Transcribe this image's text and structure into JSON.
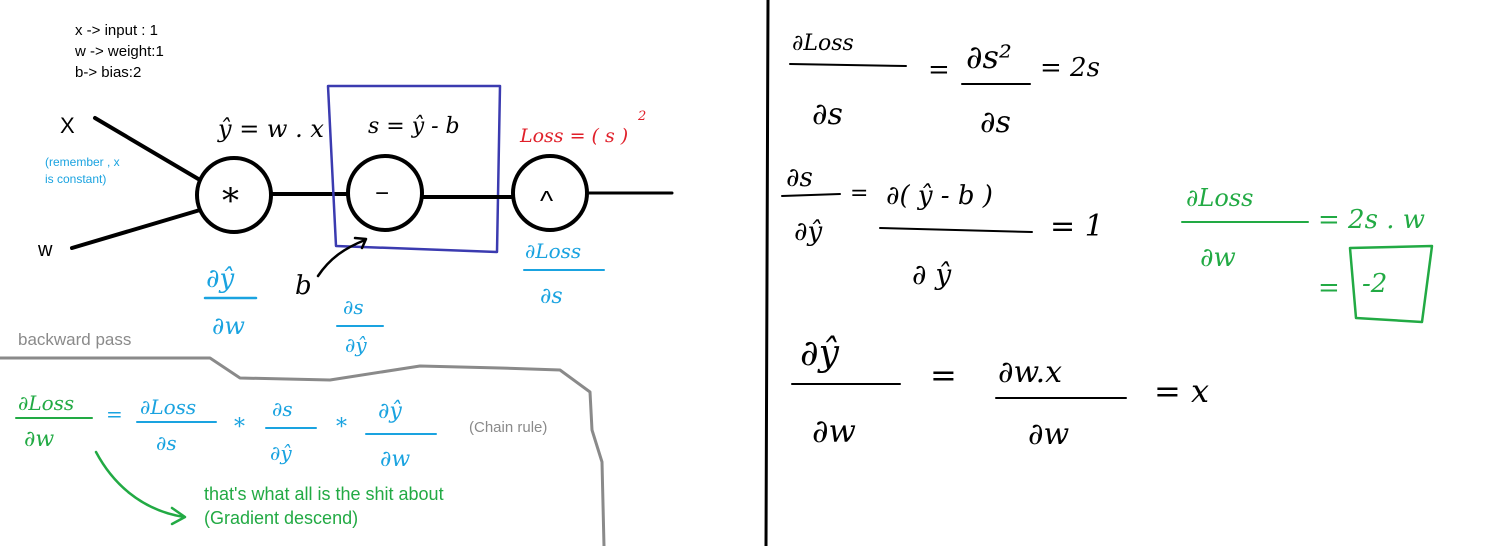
{
  "legend": {
    "line1": "x -> input : 1",
    "line2": "w -> weight:1",
    "line3": "b-> bias:2"
  },
  "graph": {
    "input_x": "X",
    "input_w": "w",
    "remember_note_1": "(remember , x",
    "remember_note_2": "is constant)",
    "mult_symbol": "*",
    "sub_symbol": "−",
    "pow_symbol": "^",
    "y_hat_eq": "ŷ = w . x",
    "s_eq": "s = ŷ - b",
    "loss_eq": "Loss = ( s )",
    "loss_exp": "2",
    "b_label": "b"
  },
  "local_grads": {
    "dyhat_num": "∂ŷ",
    "dyhat_den": "∂w",
    "ds_num": "∂s",
    "ds_den": "∂ŷ",
    "dloss_num": "∂Loss",
    "dloss_den": "∂s"
  },
  "backward": {
    "title": "backward pass",
    "lhs_num": "∂Loss",
    "lhs_den": "∂w",
    "eq": "=",
    "t1_num": "∂Loss",
    "t1_den": "∂s",
    "times1": "*",
    "t2_num": "∂s",
    "t2_den": "∂ŷ",
    "times2": "*",
    "t3_num": "∂ŷ",
    "t3_den": "∂w",
    "chain_rule": "(Chain rule)",
    "note_line1": "that's what all is the shit about",
    "note_line2": "(Gradient descend)"
  },
  "right_panel": {
    "r1_num": "∂Loss",
    "r1_den": "∂s",
    "r1_eq": "=",
    "r1_mid_num": "∂s²",
    "r1_mid_den": "∂s",
    "r1_result": "= 2s",
    "r2_num": "∂s",
    "r2_den": "∂ŷ",
    "r2_eq": "=",
    "r2_mid_num": "∂( ŷ - b )",
    "r2_mid_den": "∂ ŷ",
    "r2_result": "= 1",
    "r3_num": "∂ŷ",
    "r3_den": "∂w",
    "r3_eq": "=",
    "r3_mid_num": "∂w.x",
    "r3_mid_den": "∂w",
    "r3_result": "= x",
    "g_num": "∂Loss",
    "g_den": "∂w",
    "g_eq": "= 2s . w",
    "g_eq2": "=",
    "g_boxed": "-2"
  },
  "colors": {
    "black": "#000000",
    "blue": "#1aa3e0",
    "green": "#22aa44",
    "red": "#e0202a",
    "purple_box": "#3b3bb0",
    "gray": "#8a8a8a"
  }
}
